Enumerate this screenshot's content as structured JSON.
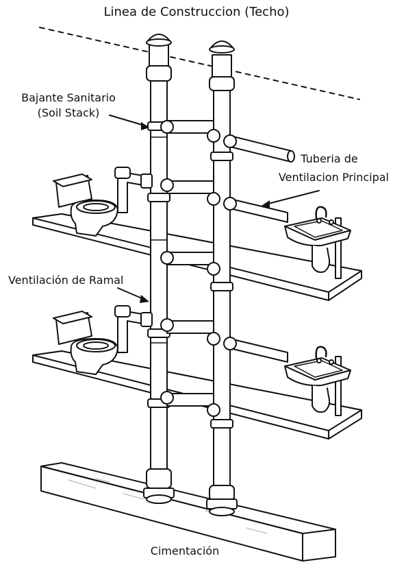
{
  "labels": {
    "roof_line": "Linea de Construccion (Techo)",
    "soil_stack_line1": "Bajante Sanitario",
    "soil_stack_line2": "(Soil Stack)",
    "main_vent_line1": "Tuberia de",
    "main_vent_line2": "Ventilacion Principal",
    "branch_vent": "Ventilación de Ramal",
    "foundation": "Cimentación"
  },
  "colors": {
    "stroke": "#111111",
    "fill": "#ffffff"
  }
}
